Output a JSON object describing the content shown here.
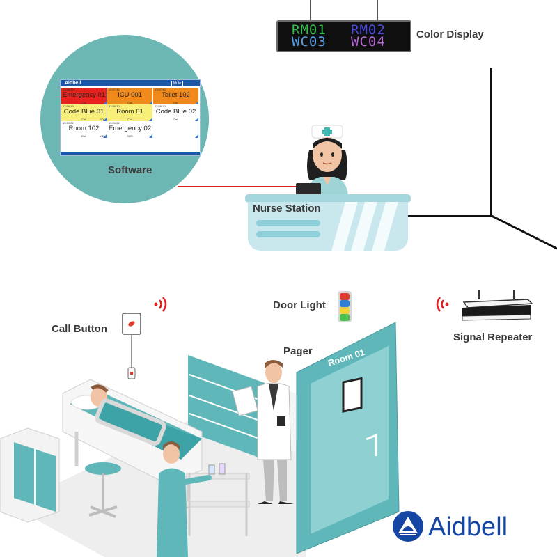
{
  "labels": {
    "color_display": "Color Display",
    "software": "Software",
    "nurse_station": "Nurse Station",
    "door_light": "Door Light",
    "call_button": "Call Button",
    "pager": "Pager",
    "signal_repeater": "Signal Repeater",
    "room_door": "Room 01"
  },
  "led_display": {
    "row1_left": "RM01",
    "row1_right": "RM02",
    "row2_left": "WC03",
    "row2_right": "WC04",
    "colors": {
      "rm01": "#2fbf4a",
      "rm02": "#4a4ae0",
      "wc03": "#5aa0e6",
      "wc04": "#b56ad8"
    }
  },
  "software_screen": {
    "brand": "Aidbell",
    "header_button": "Mute",
    "cells": [
      {
        "title": "Emergency 01",
        "sub": "Call",
        "time": "13:58:08",
        "color": "#e8231f"
      },
      {
        "title": "ICU 001",
        "sub": "Call",
        "time": "13:57:35",
        "color": "#f08a1c"
      },
      {
        "title": "Toilet 102",
        "sub": "Call",
        "time": "13:57:46",
        "color": "#f08a1c"
      },
      {
        "title": "Code Blue 01",
        "sub": "Call",
        "time": "13:58:19",
        "num": "# 2",
        "color": "#f7ef7a"
      },
      {
        "title": "Room 01",
        "sub": "Call",
        "time": "13:58:30",
        "color": "#f7ef7a"
      },
      {
        "title": "Code Blue 02",
        "sub": "Call",
        "time": "13:59:10",
        "color": "#ffffff"
      },
      {
        "title": "Room 102",
        "sub": "Call",
        "time": "13:59:05",
        "num": "# 2",
        "color": "#ffffff"
      },
      {
        "title": "Emergency 02",
        "sub": "SOS",
        "time": "13:59:32",
        "color": "#ffffff"
      },
      {
        "title": "",
        "sub": "",
        "time": "",
        "color": "#ffffff"
      }
    ]
  },
  "brand_logo": {
    "text": "Aidbell",
    "color": "#1546a3"
  },
  "colors": {
    "teal": "#6cb6b4",
    "door": "#5fb7b9",
    "cable": "#e02020",
    "door_light": [
      "#e23a2a",
      "#2f7ed8",
      "#f1d23a",
      "#4cc04c"
    ]
  },
  "icons": [
    "wifi-signal-icon",
    "nurse-cap-cross-icon",
    "pager-icon",
    "aidbell-logo-icon"
  ]
}
